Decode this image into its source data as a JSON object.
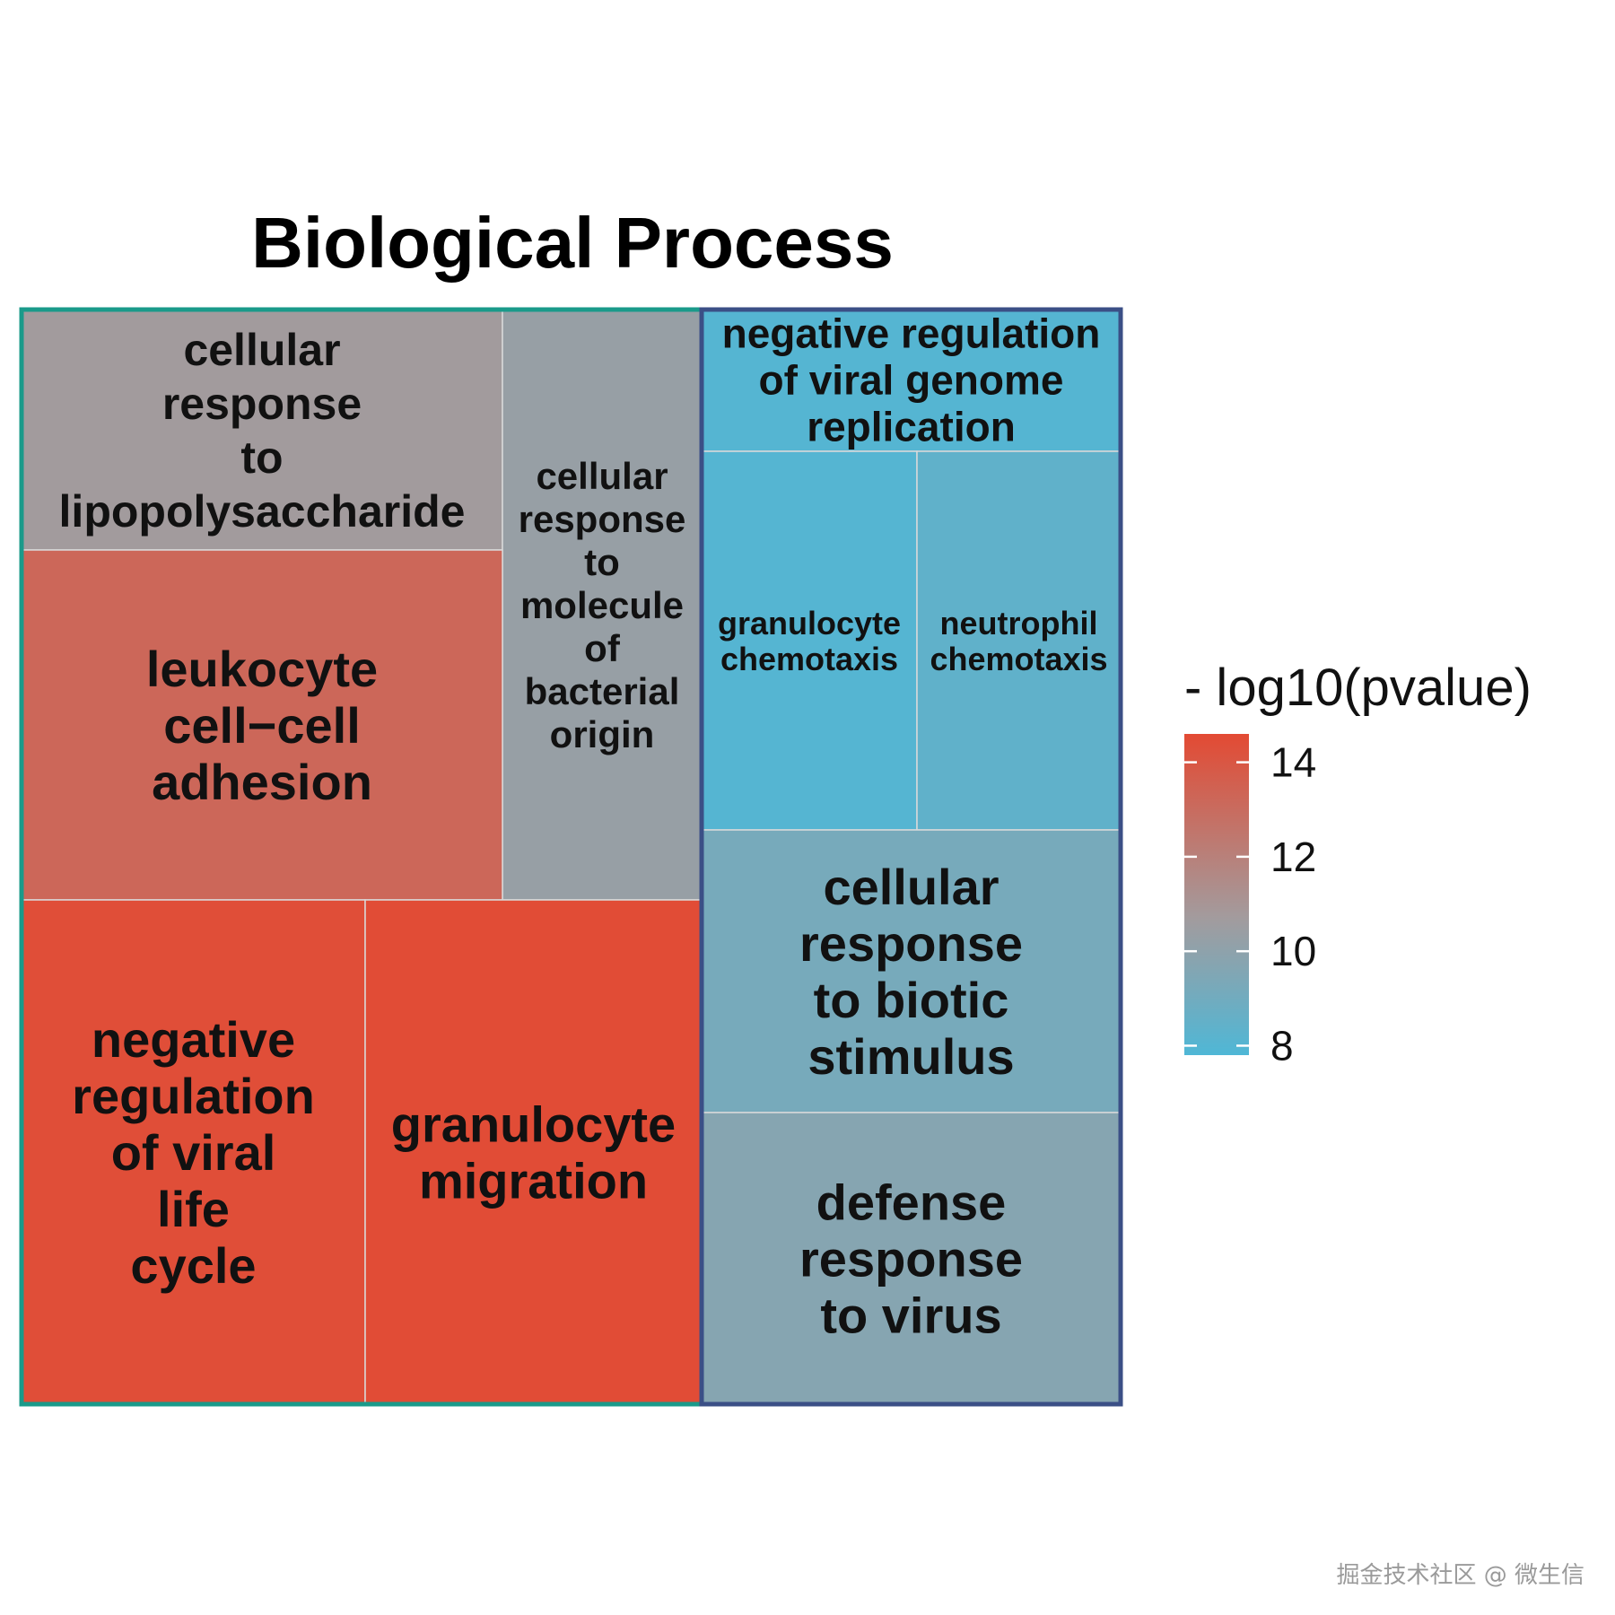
{
  "chart_data": {
    "type": "treemap",
    "title": "Biological Process",
    "legend": {
      "title": "- log10(pvalue)",
      "ticks": [
        8,
        10,
        12,
        14
      ],
      "range": [
        7.8,
        14.6
      ],
      "colors": {
        "low": "#4fb7d6",
        "mid": "#a39b9d",
        "high": "#e34a33"
      },
      "position": "right"
    },
    "groups": [
      {
        "name": "cellular response to lipopolysaccharide",
        "border_color": "#1a9a8a",
        "tiles": [
          {
            "label": "cellular response to lipopolysaccharide",
            "lines": [
              "cellular",
              "response",
              "to",
              "lipopolysaccharide"
            ],
            "value": 10.7
          },
          {
            "label": "cellular response to molecule of bacterial origin",
            "lines": [
              "cellular",
              "response",
              "to",
              "molecule",
              "of",
              "bacterial",
              "origin"
            ],
            "value": 10.3
          },
          {
            "label": "leukocyte cell−cell adhesion",
            "lines": [
              "leukocyte",
              "cell−cell",
              "adhesion"
            ],
            "value": 13.2
          },
          {
            "label": "negative regulation of viral life cycle",
            "lines": [
              "negative",
              "regulation",
              "of viral",
              "life",
              "cycle"
            ],
            "value": 14.4
          },
          {
            "label": "granulocyte migration",
            "lines": [
              "granulocyte",
              "migration"
            ],
            "value": 14.5
          }
        ]
      },
      {
        "name": "negative regulation of viral genome replication",
        "border_color": "#3b4f86",
        "tiles": [
          {
            "label": "negative regulation of viral genome replication",
            "lines": [
              "negative regulation",
              "of viral genome",
              "replication"
            ],
            "value": 8.0
          },
          {
            "label": "granulocyte chemotaxis",
            "lines": [
              "granulocyte",
              "chemotaxis"
            ],
            "value": 8.0
          },
          {
            "label": "neutrophil chemotaxis",
            "lines": [
              "neutrophil",
              "chemotaxis"
            ],
            "value": 8.4
          },
          {
            "label": "cellular response to biotic stimulus",
            "lines": [
              "cellular",
              "response",
              "to biotic",
              "stimulus"
            ],
            "value": 9.2
          },
          {
            "label": "defense response to virus",
            "lines": [
              "defense",
              "response",
              "to virus"
            ],
            "value": 9.7
          }
        ]
      }
    ]
  },
  "watermark": "掘金技术社区 @ 微生信"
}
